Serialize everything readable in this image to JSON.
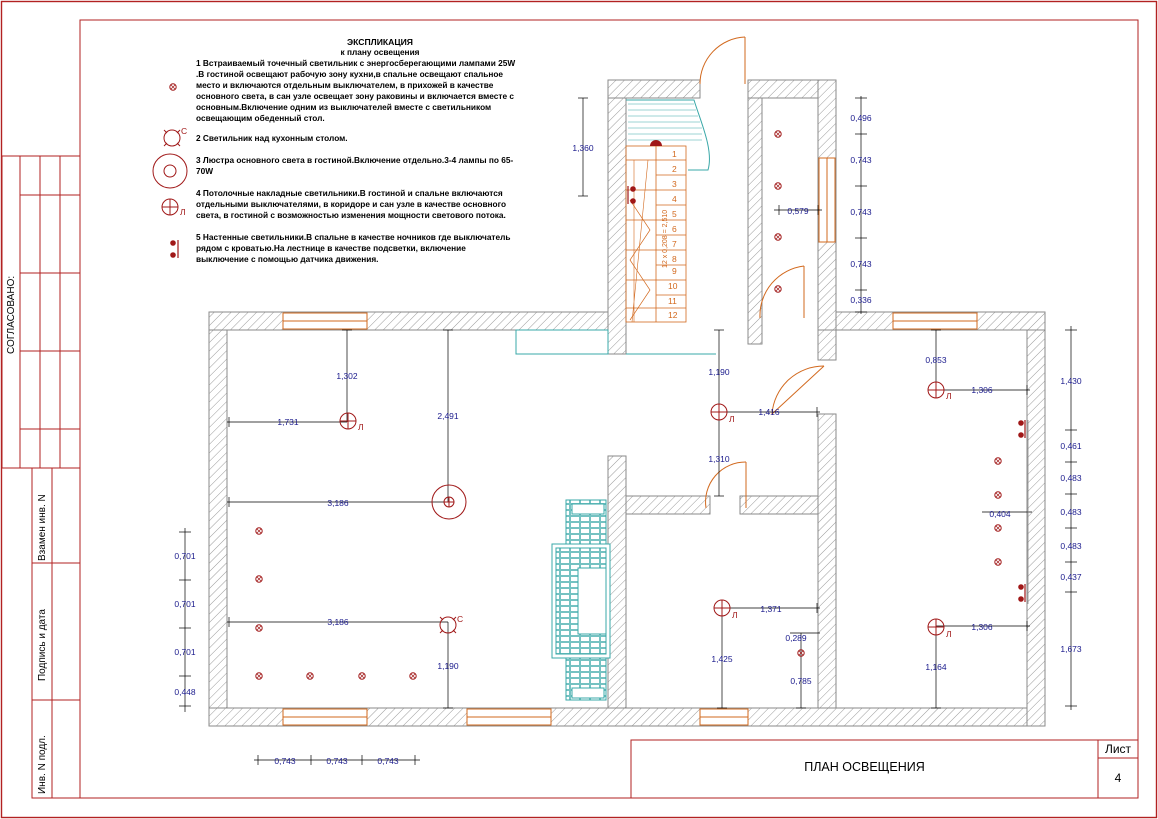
{
  "explication": {
    "title": "ЭКСПЛИКАЦИЯ",
    "subtitle": "к плану освещения",
    "items": [
      {
        "lines": [
          "1 Встраиваемый точечный светильник с энергосберегающими лампами 25W",
          ".В гостиной освещают рабочую зону кухни,в спальне освещают спальное",
          "место и включаются отдельным выключателем, в прихожей в качестве",
          "основного света, в сан узле освещает зону раковины и включается вместе с",
          "основным.Включение одним из выключателей вместе с светильником",
          "освещающим обеденный стол."
        ]
      },
      {
        "lines": [
          "2 Светильник над кухонным столом."
        ]
      },
      {
        "lines": [
          "3 Люстра основного света в гостиной.Включение отдельно.3-4 лампы по 65-",
          "70W"
        ]
      },
      {
        "lines": [
          "4 Потолочные накладные светильники.В гостиной и спальне включаются",
          "отдельными выключателями, в коридоре и сан узле в качестве основного",
          "света, в гостиной с возможностью изменения мощности светового потока."
        ]
      },
      {
        "lines": [
          "5 Настенные светильники.В спальне в качестве ночников где выключатель",
          "рядом с кроватью.На лестнице в качестве подсветки, включение",
          "выключение с помощью датчика движения."
        ]
      }
    ]
  },
  "symbols": {
    "c_letter": "С",
    "l_letter": "Л"
  },
  "stair": {
    "steps": [
      "1",
      "2",
      "3",
      "4",
      "5",
      "6",
      "7",
      "8",
      "9",
      "10",
      "11",
      "12"
    ],
    "note": "12 x 0,208 = 2,510"
  },
  "dims": {
    "d1360": "1,360",
    "d0496": "0,496",
    "d0743a": "0,743",
    "d0743b": "0,743",
    "d0743c": "0,743",
    "d0336": "0,336",
    "d0579": "0,579",
    "d1302": "1,302",
    "d2491": "2,491",
    "d1731": "1,731",
    "d3186a": "3,186",
    "d3186b": "3,186",
    "d1190a": "1,190",
    "d1416": "1,416",
    "d1310": "1,310",
    "d0853": "0,853",
    "d1306a": "1,306",
    "d1430": "1,430",
    "d0461": "0,461",
    "d0483a": "0,483",
    "d0483b": "0,483",
    "d0483c": "0,483",
    "d0404": "0,404",
    "d0437": "0,437",
    "d1306b": "1,306",
    "d1673": "1,673",
    "d1164": "1,164",
    "d1371": "1,371",
    "d0289": "0,289",
    "d1425": "1,425",
    "d0785": "0,785",
    "d1190b": "1,190",
    "d0701a": "0,701",
    "d0701b": "0,701",
    "d0701c": "0,701",
    "d0448": "0,448",
    "b0743a": "0,743",
    "b0743b": "0,743",
    "b0743c": "0,743"
  },
  "stamp": {
    "title": "ПЛАН ОСВЕЩЕНИЯ",
    "sheet_label": "Лист",
    "sheet_number": "4",
    "agreed": "СОГЛАСОВАНО:",
    "replace_inv": "Взамен инв. N",
    "sign_date": "Подпись и дата",
    "inv_orig": "Инв. N подл."
  },
  "colors": {
    "frame": "#b22222",
    "wall": "#8a8a8a",
    "fixture": "#a01818",
    "dim_text": "#1a1a8c",
    "window": "#d2691e",
    "tile": "#3aa8a8"
  }
}
